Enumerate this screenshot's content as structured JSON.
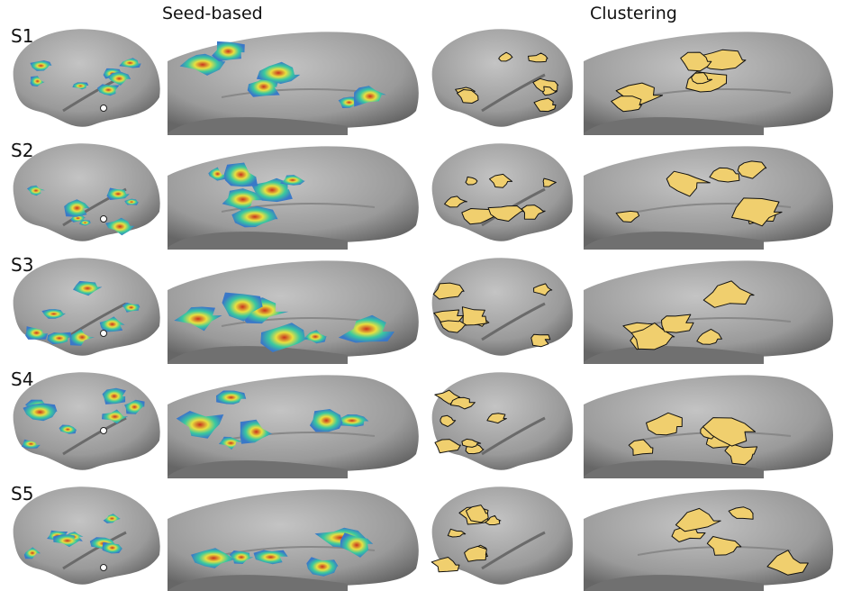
{
  "column_titles": {
    "seed_based": "Seed-based",
    "clustering": "Clustering"
  },
  "rows": [
    {
      "label": "S1"
    },
    {
      "label": "S2"
    },
    {
      "label": "S3"
    },
    {
      "label": "S4"
    },
    {
      "label": "S5"
    }
  ],
  "colors": {
    "surface": "#9a9a9a",
    "cluster_fill": "#f0cf6e",
    "seed_hot": "#c8321e",
    "seed_mid": "#e8e040",
    "seed_cool": "#3a78c8"
  }
}
